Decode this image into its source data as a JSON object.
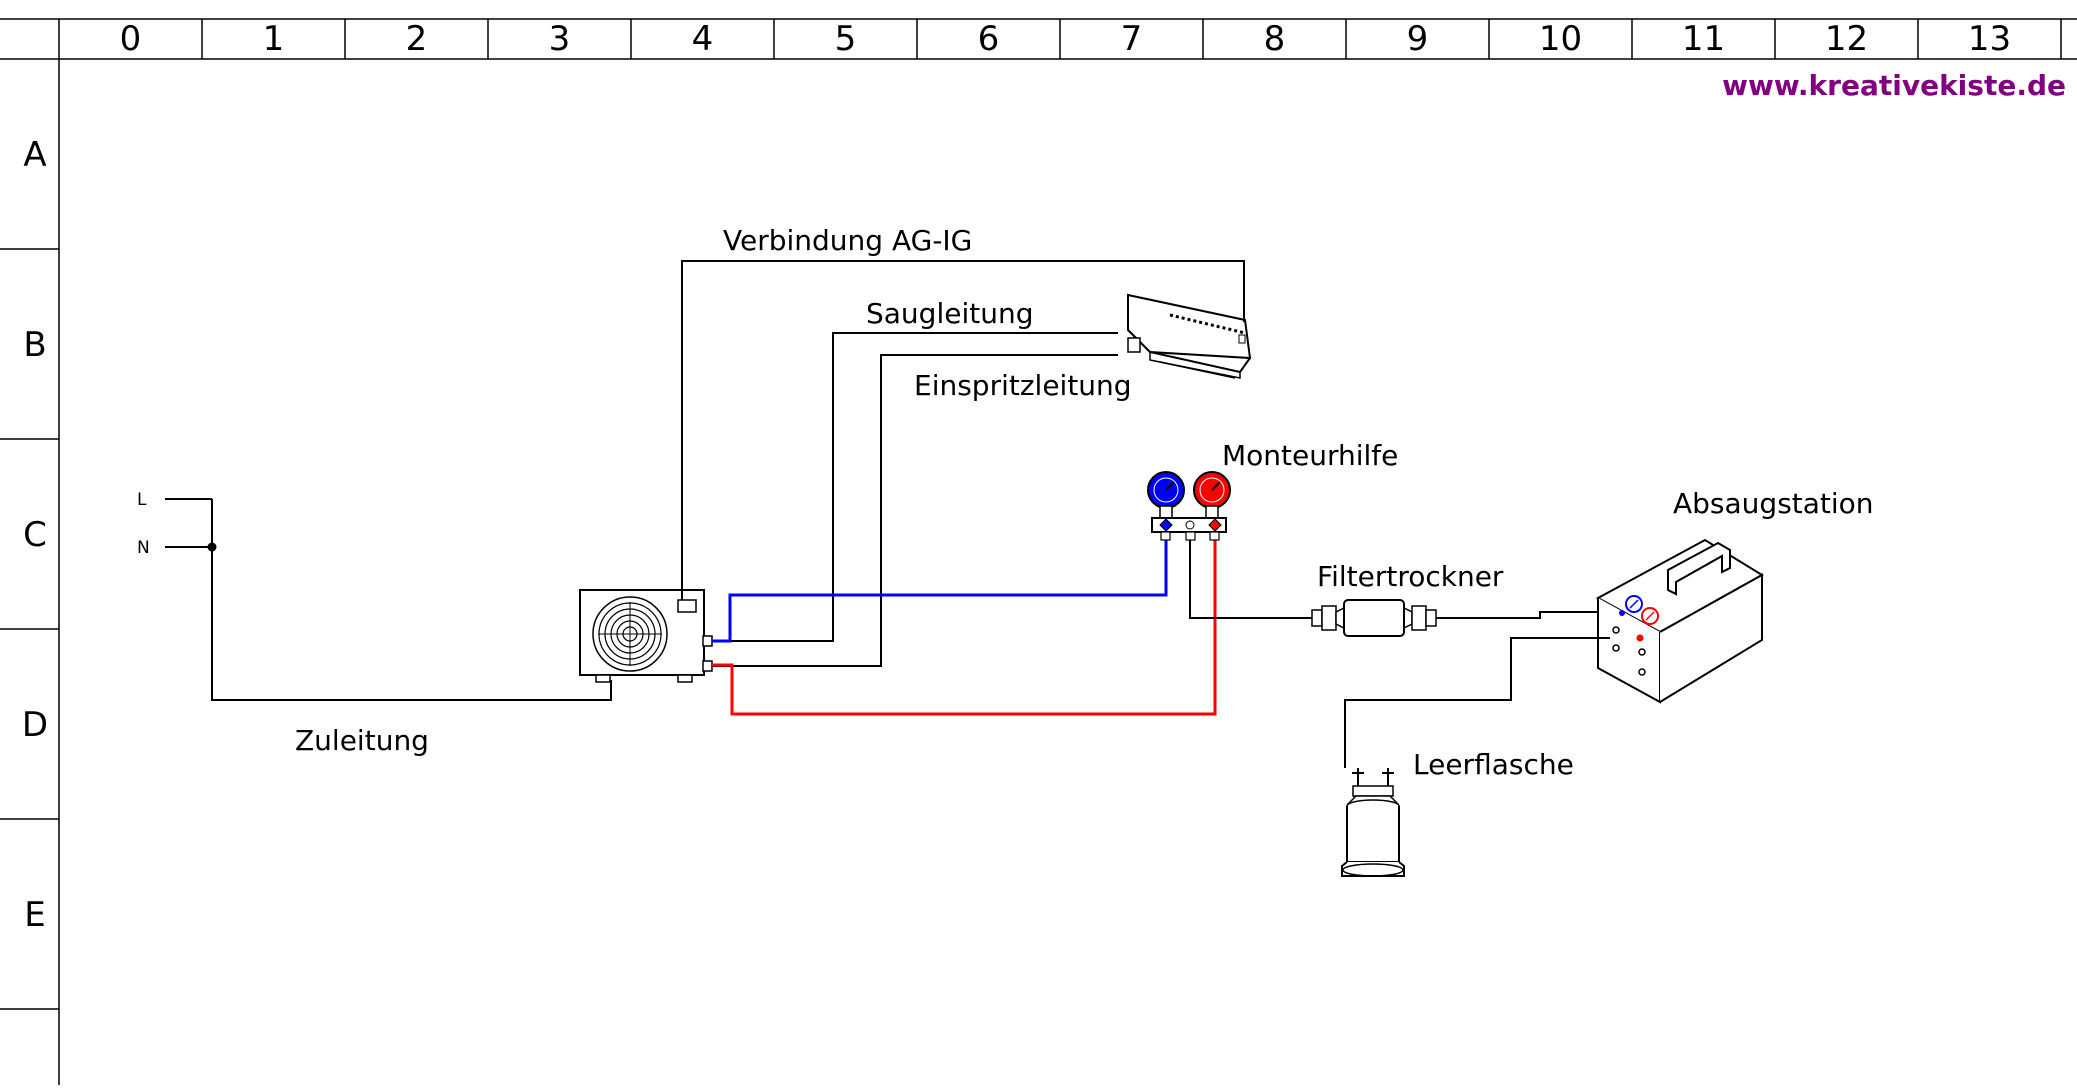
{
  "grid": {
    "columns": [
      "0",
      "1",
      "2",
      "3",
      "4",
      "5",
      "6",
      "7",
      "8",
      "9",
      "10",
      "11",
      "12",
      "13"
    ],
    "rows": [
      "A",
      "B",
      "C",
      "D",
      "E"
    ]
  },
  "website": {
    "text": "www.kreativekiste.de",
    "color": "#800080"
  },
  "labels": {
    "verbindung": "Verbindung AG-IG",
    "saugleitung": "Saugleitung",
    "einspritzleitung": "Einspritzleitung",
    "monteurhilfe": "Monteurhilfe",
    "absaugstation": "Absaugstation",
    "filtertrockner": "Filtertrockner",
    "leerflasche": "Leerflasche",
    "zuleitung": "Zuleitung",
    "phase": "L",
    "neutral": "N"
  },
  "colors": {
    "line": "#000000",
    "low_pressure": "#0000ff",
    "high_pressure": "#ff0000",
    "grid": "#000000"
  },
  "icons": [
    "outdoor-unit-icon",
    "indoor-unit-icon",
    "manifold-gauge-icon",
    "filter-drier-icon",
    "recovery-station-icon",
    "refrigerant-cylinder-icon"
  ]
}
